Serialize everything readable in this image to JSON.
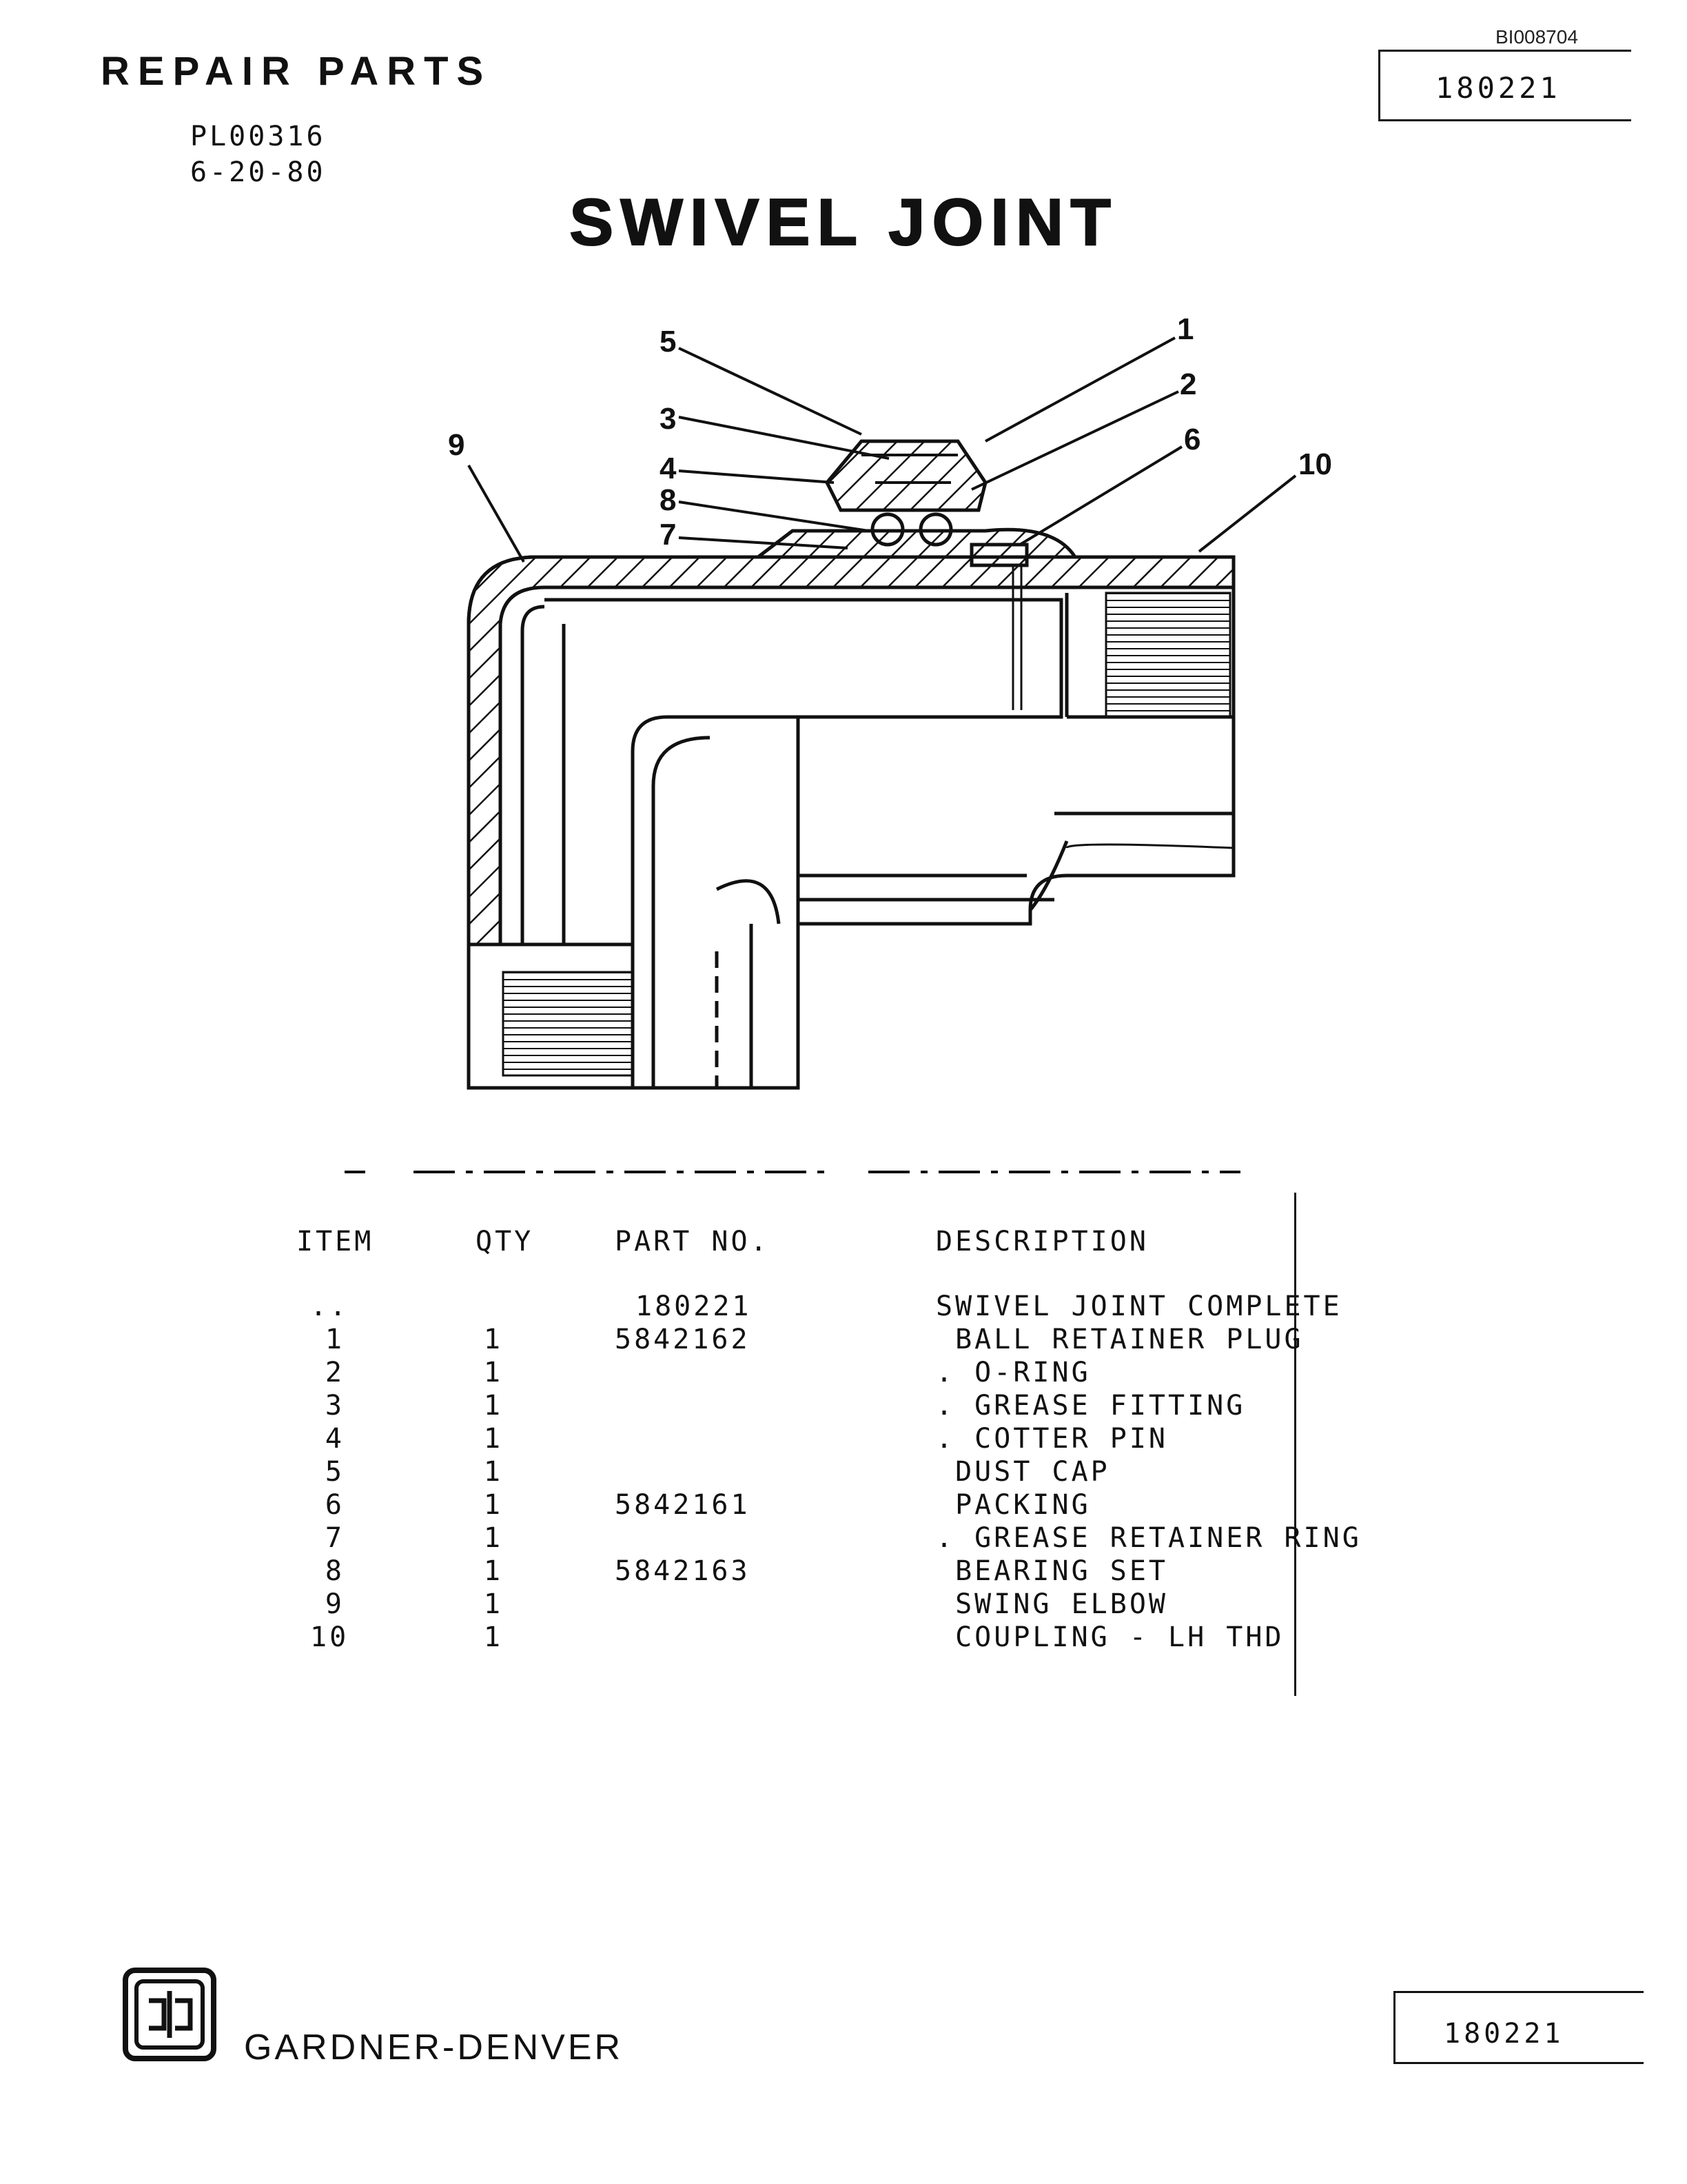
{
  "header": {
    "doc_id": "BI008704",
    "part_number_box": "180221",
    "section": "REPAIR PARTS",
    "pl_number": "PL00316",
    "date": "6-20-80",
    "title": "SWIVEL JOINT"
  },
  "callouts": [
    "1",
    "2",
    "3",
    "4",
    "5",
    "6",
    "7",
    "8",
    "9",
    "10"
  ],
  "table": {
    "headers": {
      "item": "ITEM",
      "qty": "QTY",
      "part_no": "PART NO.",
      "description": "DESCRIPTION"
    },
    "rows": [
      {
        "item": "..",
        "qty": "",
        "part_no": "180221",
        "description": "SWIVEL JOINT COMPLETE"
      },
      {
        "item": "1",
        "qty": "1",
        "part_no": "5842162",
        "description": " BALL RETAINER PLUG"
      },
      {
        "item": "2",
        "qty": "1",
        "part_no": "",
        "description": ". O-RING"
      },
      {
        "item": "3",
        "qty": "1",
        "part_no": "",
        "description": ". GREASE FITTING"
      },
      {
        "item": "4",
        "qty": "1",
        "part_no": "",
        "description": ". COTTER PIN"
      },
      {
        "item": "5",
        "qty": "1",
        "part_no": "",
        "description": " DUST CAP"
      },
      {
        "item": "6",
        "qty": "1",
        "part_no": "5842161",
        "description": " PACKING"
      },
      {
        "item": "7",
        "qty": "1",
        "part_no": "",
        "description": ". GREASE RETAINER RING"
      },
      {
        "item": "8",
        "qty": "1",
        "part_no": "5842163",
        "description": " BEARING SET"
      },
      {
        "item": "9",
        "qty": "1",
        "part_no": "",
        "description": " SWING ELBOW"
      },
      {
        "item": "10",
        "qty": "1",
        "part_no": "",
        "description": " COUPLING - LH THD"
      }
    ]
  },
  "footer": {
    "brand": "GARDNER-DENVER",
    "part_number_box": "180221"
  }
}
